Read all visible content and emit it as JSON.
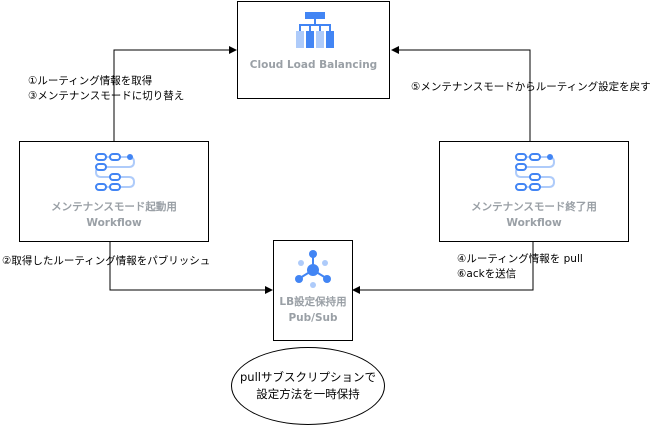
{
  "nodes": {
    "lb": {
      "title": "Cloud Load Balancing",
      "icon": "load-balancer-icon"
    },
    "wf_start": {
      "line1": "メンテナンスモード起動用",
      "line2": "Workflow",
      "icon": "workflow-icon"
    },
    "wf_end": {
      "line1": "メンテナンスモード終了用",
      "line2": "Workflow",
      "icon": "workflow-icon"
    },
    "pubsub": {
      "line1": "LB設定保持用",
      "line2": "Pub/Sub",
      "icon": "pubsub-icon"
    },
    "note": {
      "line1": "pullサブスクリプションで",
      "line2": "設定方法を一時保持"
    }
  },
  "edges": {
    "start_to_lb": {
      "line1": "①ルーティング情報を取得",
      "line2": "③メンテナンスモードに切り替え"
    },
    "end_to_lb": {
      "line1": "⑤メンテナンスモードからルーティング設定を戻す"
    },
    "start_to_pubsub": {
      "line1": "②取得したルーティング情報をパブリッシュ"
    },
    "end_to_pubsub": {
      "line1": "④ルーティング情報を pull",
      "line2": "⑥ackを送信"
    }
  },
  "colors": {
    "icon_blue": "#4285f4",
    "icon_light": "#aecbfa",
    "title_gray": "#9aa0a6",
    "line": "#000000"
  }
}
